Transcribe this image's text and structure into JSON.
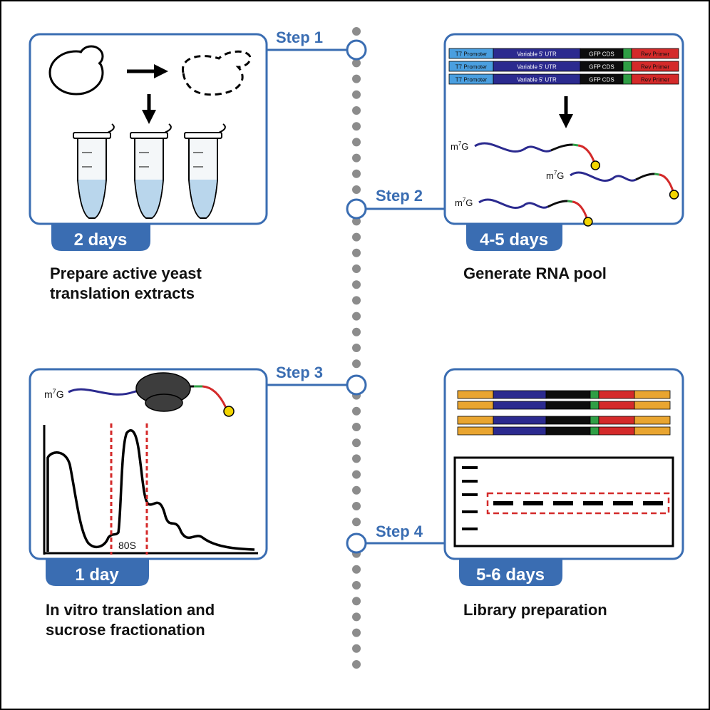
{
  "steps": [
    {
      "label": "Step 1",
      "duration": "2 days",
      "caption_line1": "Prepare active yeast",
      "caption_line2": "translation extracts"
    },
    {
      "label": "Step 2",
      "duration": "4-5 days",
      "caption_line1": "Generate RNA pool",
      "caption_line2": ""
    },
    {
      "label": "Step 3",
      "duration": "1 day",
      "caption_line1": "In vitro translation and",
      "caption_line2": "sucrose fractionation"
    },
    {
      "label": "Step 4",
      "duration": "5-6 days",
      "caption_line1": "Library preparation",
      "caption_line2": ""
    }
  ],
  "construct": {
    "t7_promoter": "T7 Promoter",
    "variable_utr": "Variable 5' UTR",
    "gfp_cds": "GFP CDS",
    "rev_primer": "Rev Primer"
  },
  "rna_cap": {
    "base": "m",
    "superscript": "7",
    "suffix": "G"
  },
  "profile": {
    "peak_label": "80S"
  },
  "colors": {
    "accent": "#3a6db2",
    "t7": "#4a9fe0",
    "utr": "#2b2a8f",
    "gfp": "#0d0d0d",
    "green": "#2f9e45",
    "rev": "#d42a2a",
    "adapter": "#e9a530",
    "cap": "#f2d500",
    "fraction_line": "#d42a2a",
    "dots": "#8c8c8c"
  }
}
